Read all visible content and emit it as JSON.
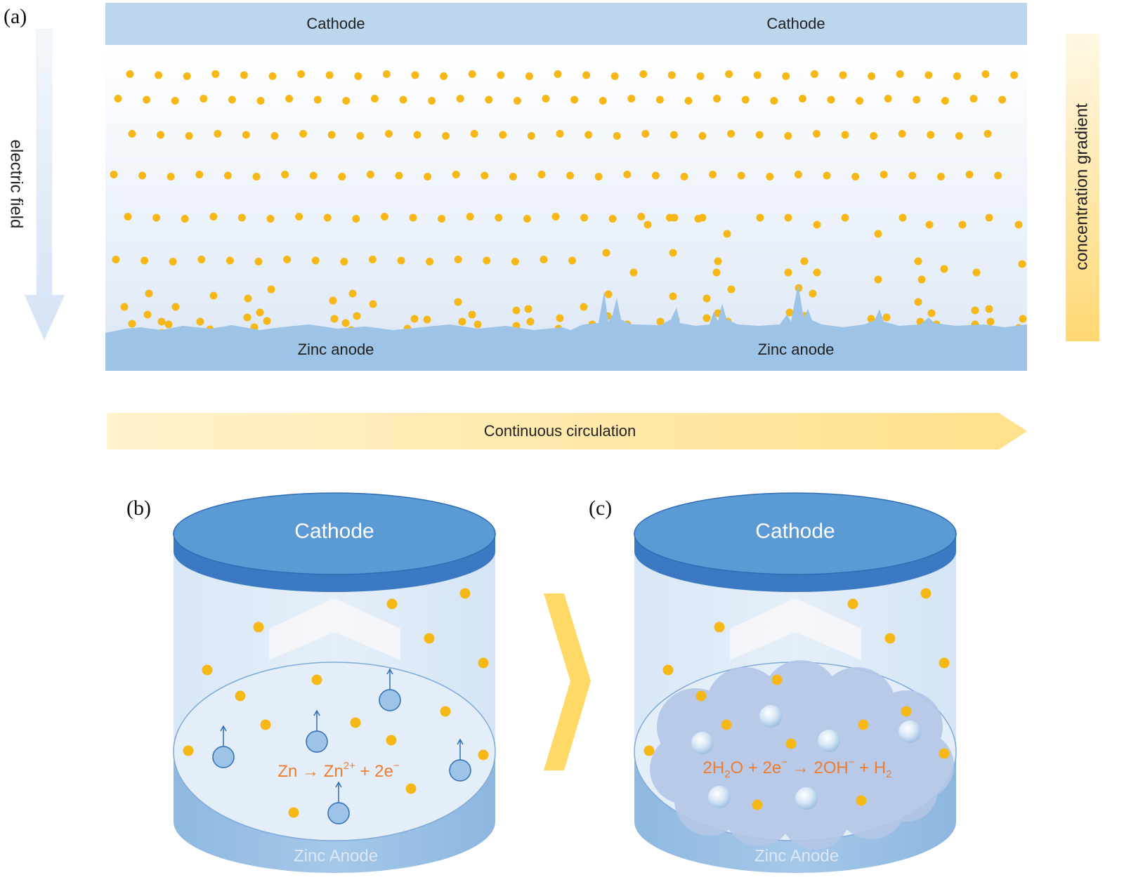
{
  "panel_a": {
    "label": "(a)",
    "cathode_left": "Cathode",
    "cathode_right": "Cathode",
    "anode_left": "Zinc anode",
    "anode_right": "Zinc anode",
    "electric_field": "electric field",
    "concentration_gradient": "concentration gradient",
    "circulation": "Continuous circulation"
  },
  "panel_b": {
    "label": "(b)",
    "cathode": "Cathode",
    "anode": "Zinc Anode",
    "reaction": {
      "lhs": "Zn → Zn",
      "sup": "2+",
      "rhs": " + 2e",
      "sup2": "−"
    }
  },
  "panel_c": {
    "label": "(c)",
    "cathode": "Cathode",
    "anode": "Zinc Anode",
    "reaction": {
      "p1": "2H",
      "sub1": "2",
      "p2": "O + 2e",
      "sup1": "−",
      "p3": " → 2OH",
      "sup2": "−",
      "p4": " + H",
      "sub2": "2"
    }
  },
  "colors": {
    "ion": "#f6b817",
    "electrode_blue": "#5b9bd5",
    "cathode_bar": "#bcd6ee",
    "anode_blue": "#9dc3e6",
    "reaction_text": "#ed7d31",
    "arrow_yellow": "#ffd966"
  }
}
